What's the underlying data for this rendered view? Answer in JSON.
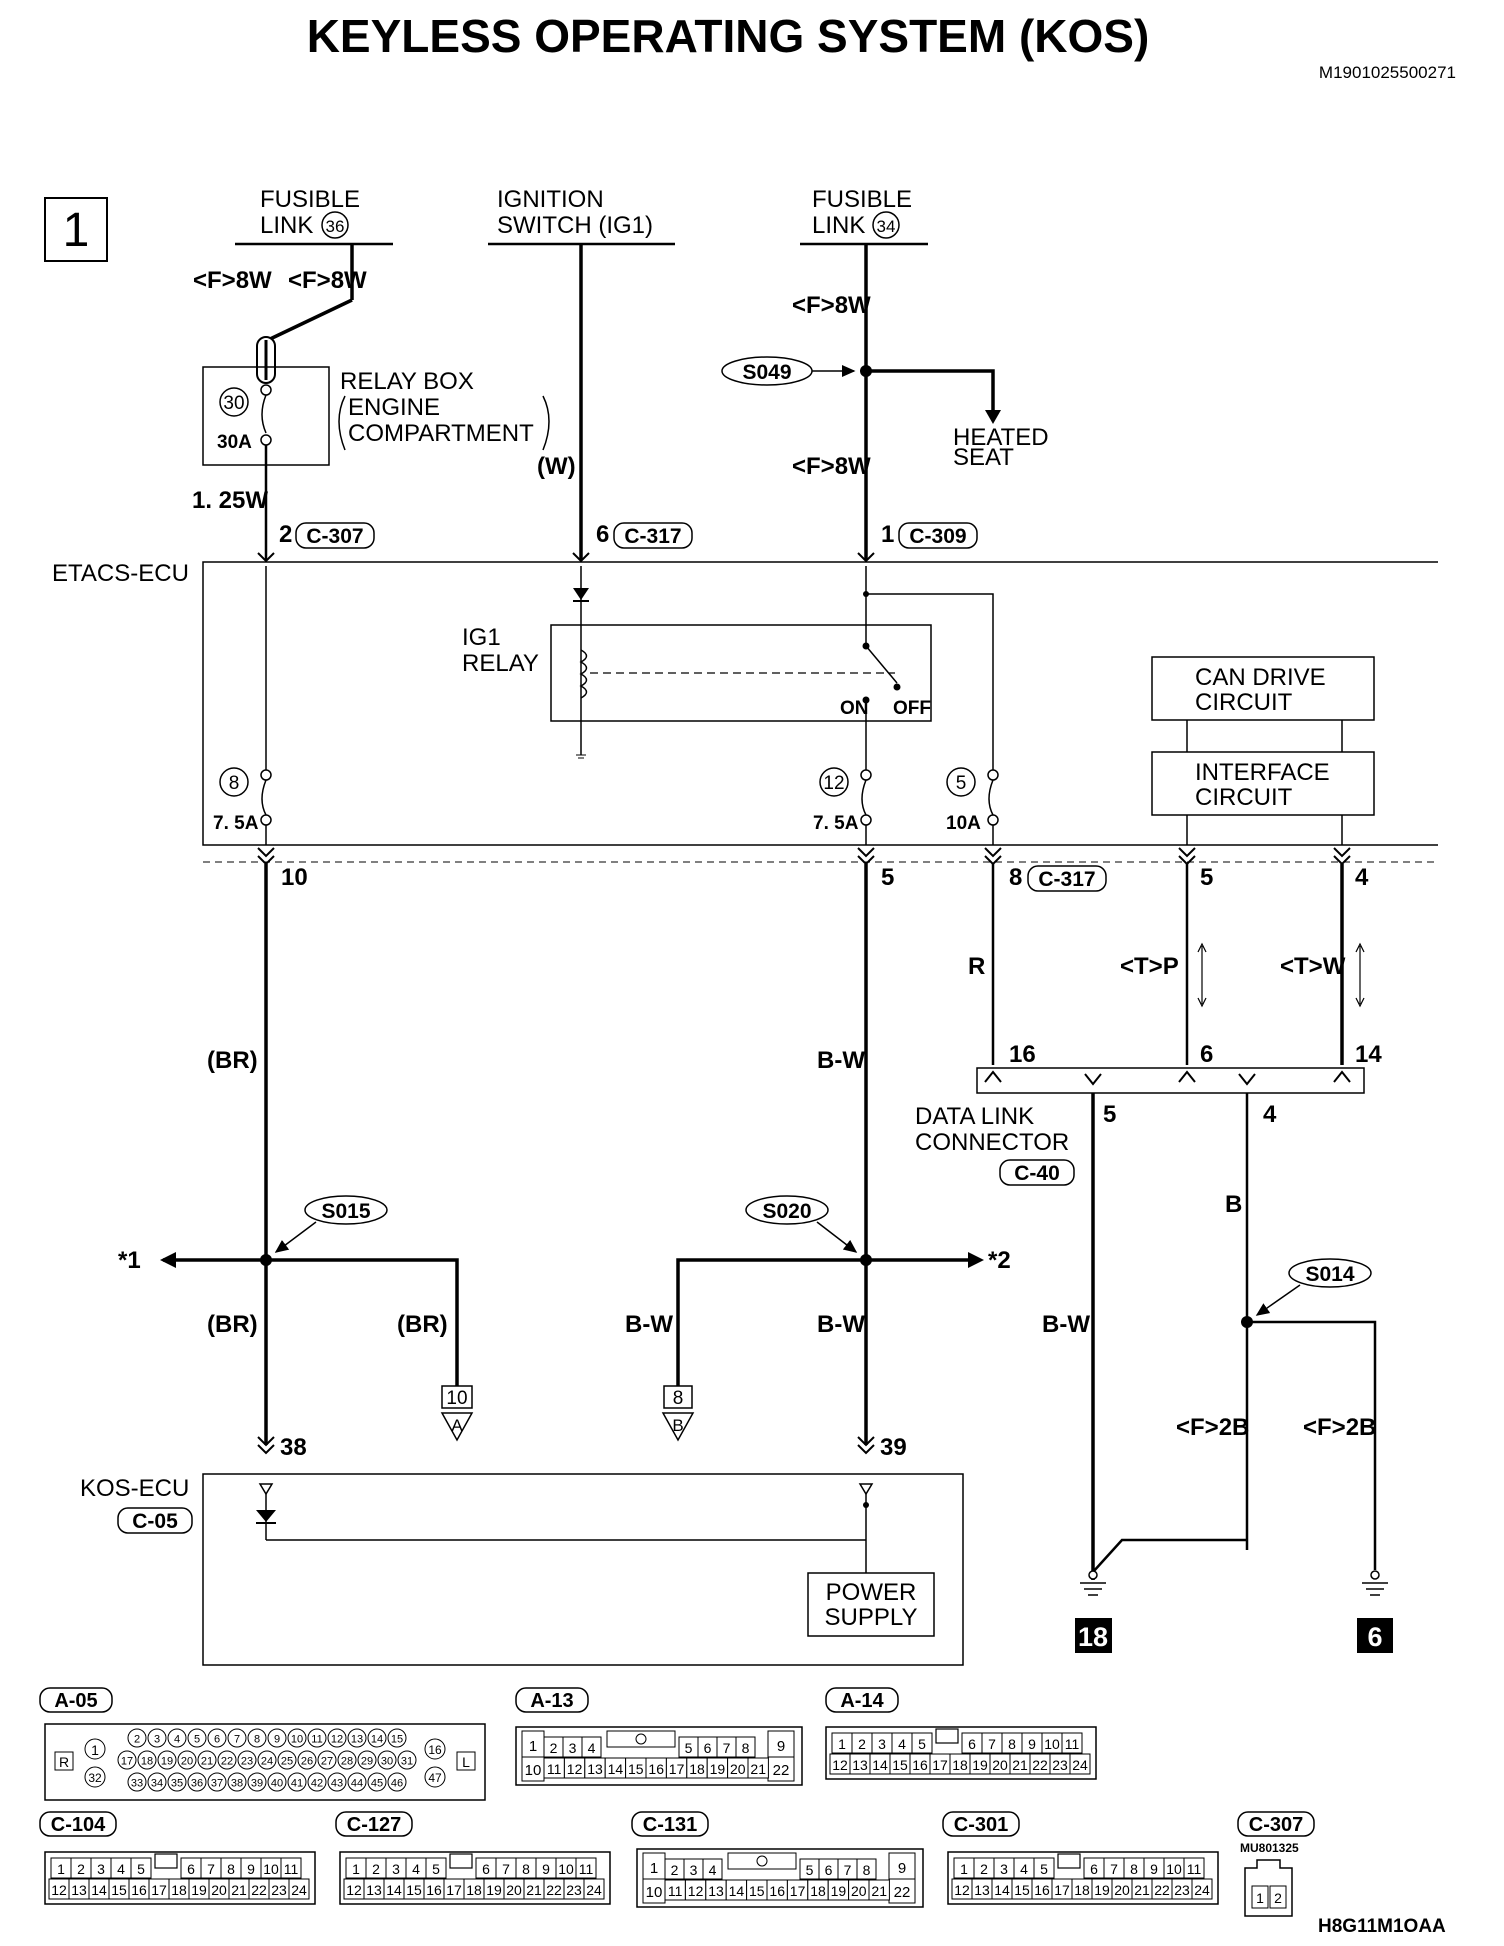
{
  "title": "KEYLESS OPERATING SYSTEM (KOS)",
  "doc_code": "M1901025500271",
  "footer_code": "H8G11M1OAA",
  "page_badge": "1",
  "sources": {
    "fusible_link_left": {
      "label_line1": "FUSIBLE",
      "label_line2": "LINK",
      "number": "36"
    },
    "ignition_switch": {
      "label_line1": "IGNITION",
      "label_line2": "SWITCH (IG1)"
    },
    "fusible_link_right": {
      "label_line1": "FUSIBLE",
      "label_line2": "LINK",
      "number": "34"
    }
  },
  "wires": {
    "f8w_a": "<F>8W",
    "f8w_b": "<F>8W",
    "f8w_c": "<F>8W",
    "f8w_d": "<F>8W",
    "w125": "1. 25W",
    "ign_color": "(W)",
    "br1": "(BR)",
    "br2": "(BR)",
    "br3": "(BR)",
    "bw1": "B-W",
    "bw2": "B-W",
    "bw3": "B-W",
    "bw4": "B-W",
    "r": "R",
    "tp": "<T>P",
    "tw": "<T>W",
    "b": "B",
    "f2b_a": "<F>2B",
    "f2b_b": "<F>2B"
  },
  "relay_box": {
    "fuse_no": "30",
    "fuse_rating": "30A",
    "label_line1": "RELAY BOX",
    "label_line2": "ENGINE",
    "label_line3": "COMPARTMENT"
  },
  "splices": {
    "s049": "S049",
    "s015": "S015",
    "s020": "S020",
    "s014": "S014"
  },
  "heated_seat": {
    "line1": "HEATED",
    "line2": "SEAT"
  },
  "terminals": {
    "c307": {
      "pin": "2",
      "conn": "C-307"
    },
    "c317a": {
      "pin": "6",
      "conn": "C-317"
    },
    "c309": {
      "pin": "1",
      "conn": "C-309"
    },
    "c317b": {
      "pin": "8",
      "conn": "C-317"
    },
    "etacs_10": "10",
    "etacs_5": "5",
    "etacs_5b": "5",
    "etacs_4": "4",
    "dlc_16": "16",
    "dlc_6": "6",
    "dlc_14": "14",
    "dlc_5": "5",
    "dlc_4": "4",
    "kos_38": "38",
    "kos_39": "39"
  },
  "etacs": {
    "label": "ETACS-ECU",
    "relay_line1": "IG1",
    "relay_line2": "RELAY",
    "on": "ON",
    "off": "OFF",
    "fuse8_no": "8",
    "fuse8_rating": "7. 5A",
    "fuse12_no": "12",
    "fuse12_rating": "7. 5A",
    "fuse5_no": "5",
    "fuse5_rating": "10A"
  },
  "can_drive": {
    "line1": "CAN DRIVE",
    "line2": "CIRCUIT"
  },
  "interface": {
    "line1": "INTERFACE",
    "line2": "CIRCUIT"
  },
  "dlc": {
    "line1": "DATA LINK",
    "line2": "CONNECTOR",
    "conn": "C-40"
  },
  "refs": {
    "star1": "*1",
    "star2": "*2",
    "a_num": "10",
    "a_letter": "A",
    "b_num": "8",
    "b_letter": "B"
  },
  "kos": {
    "label": "KOS-ECU",
    "conn": "C-05",
    "ps_line1": "POWER",
    "ps_line2": "SUPPLY"
  },
  "grounds": {
    "g1": "18",
    "g2": "6"
  },
  "connectors": [
    {
      "name": "A-05"
    },
    {
      "name": "A-13"
    },
    {
      "name": "A-14"
    },
    {
      "name": "C-104"
    },
    {
      "name": "C-127"
    },
    {
      "name": "C-131"
    },
    {
      "name": "C-301"
    },
    {
      "name": "C-307",
      "code": "MU801325"
    }
  ],
  "a05_pins": {
    "r": "R",
    "l": "L",
    "p1": "1",
    "p32": "32",
    "p16": "16",
    "p47": "47",
    "row1": [
      "2",
      "3",
      "4",
      "5",
      "6",
      "7",
      "8",
      "9",
      "10",
      "11",
      "12",
      "13",
      "14",
      "15"
    ],
    "row2": [
      "17",
      "18",
      "19",
      "20",
      "21",
      "22",
      "23",
      "24",
      "25",
      "26",
      "27",
      "28",
      "29",
      "30",
      "31"
    ],
    "row3": [
      "33",
      "34",
      "35",
      "36",
      "37",
      "38",
      "39",
      "40",
      "41",
      "42",
      "43",
      "44",
      "45",
      "46"
    ]
  },
  "pins24": {
    "top": [
      "1",
      "2",
      "3",
      "4",
      "5",
      "6",
      "7",
      "8",
      "9",
      "10",
      "11"
    ],
    "bottom": [
      "12",
      "13",
      "14",
      "15",
      "16",
      "17",
      "18",
      "19",
      "20",
      "21",
      "22",
      "23",
      "24"
    ]
  },
  "pins22": {
    "p1": "1",
    "p9": "9",
    "p10": "10",
    "p22": "22",
    "top_left": [
      "2",
      "3",
      "4"
    ],
    "top_right": [
      "5",
      "6",
      "7",
      "8"
    ],
    "bottom": [
      "11",
      "12",
      "13",
      "14",
      "15",
      "16",
      "17",
      "18",
      "19",
      "20",
      "21"
    ]
  },
  "pins2": [
    "1",
    "2"
  ]
}
